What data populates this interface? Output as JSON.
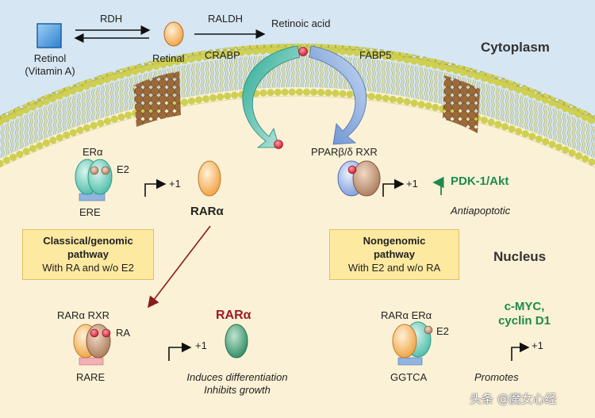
{
  "cytoplasm": {
    "retinol_line1": "Retinol",
    "retinol_line2": "(Vitamin A)",
    "retinal": "Retinal",
    "rdh": "RDH",
    "raldh": "RALDH",
    "retinoic_acid": "Retinoic acid",
    "crabp": "CRABP",
    "fabp5": "FABP5",
    "compartment": "Cytoplasm"
  },
  "nucleus": {
    "compartment": "Nucleus",
    "top_left": {
      "er_label": "ERα",
      "e2_label": "E2",
      "plus_one": "+1",
      "element": "ERE",
      "rar_label": "RARα"
    },
    "top_right": {
      "receptors": "PPARβ/δ  RXR",
      "plus_one": "+1",
      "target": "PDK-1/Akt",
      "effect": "Antiapoptotic"
    },
    "classical_box": {
      "title_line1": "Classical/genomic",
      "title_line2": "pathway",
      "subtitle": "With RA and w/o E2"
    },
    "nongenomic_box": {
      "title_line1": "Nongenomic",
      "title_line2": "pathway",
      "subtitle": "With E2 and w/o RA"
    },
    "bottom_left": {
      "receptors": "RARα  RXR",
      "ra_label": "RA",
      "plus_one": "+1",
      "element": "RARE",
      "free_rar": "RARα",
      "effect_line1": "Induces differentiation",
      "effect_line2": "Inhibits growth"
    },
    "bottom_right": {
      "receptors": "RARα  ERα",
      "e2_label": "E2",
      "plus_one": "+1",
      "element": "GGTCA",
      "target_line1": "c-MYC,",
      "target_line2": "cyclin D1",
      "effect": "Promotes"
    }
  },
  "watermark": "头条 @魔女心经",
  "colors": {
    "cytoplasm_bg": "#d6e6f2",
    "nucleus_bg": "#fbf1d6",
    "membrane": "#cfcf52",
    "box_fill": "#fde9a0",
    "green_text": "#1d8a4e",
    "red_text": "#a0182a",
    "dna_line": "#8a6ca8"
  }
}
